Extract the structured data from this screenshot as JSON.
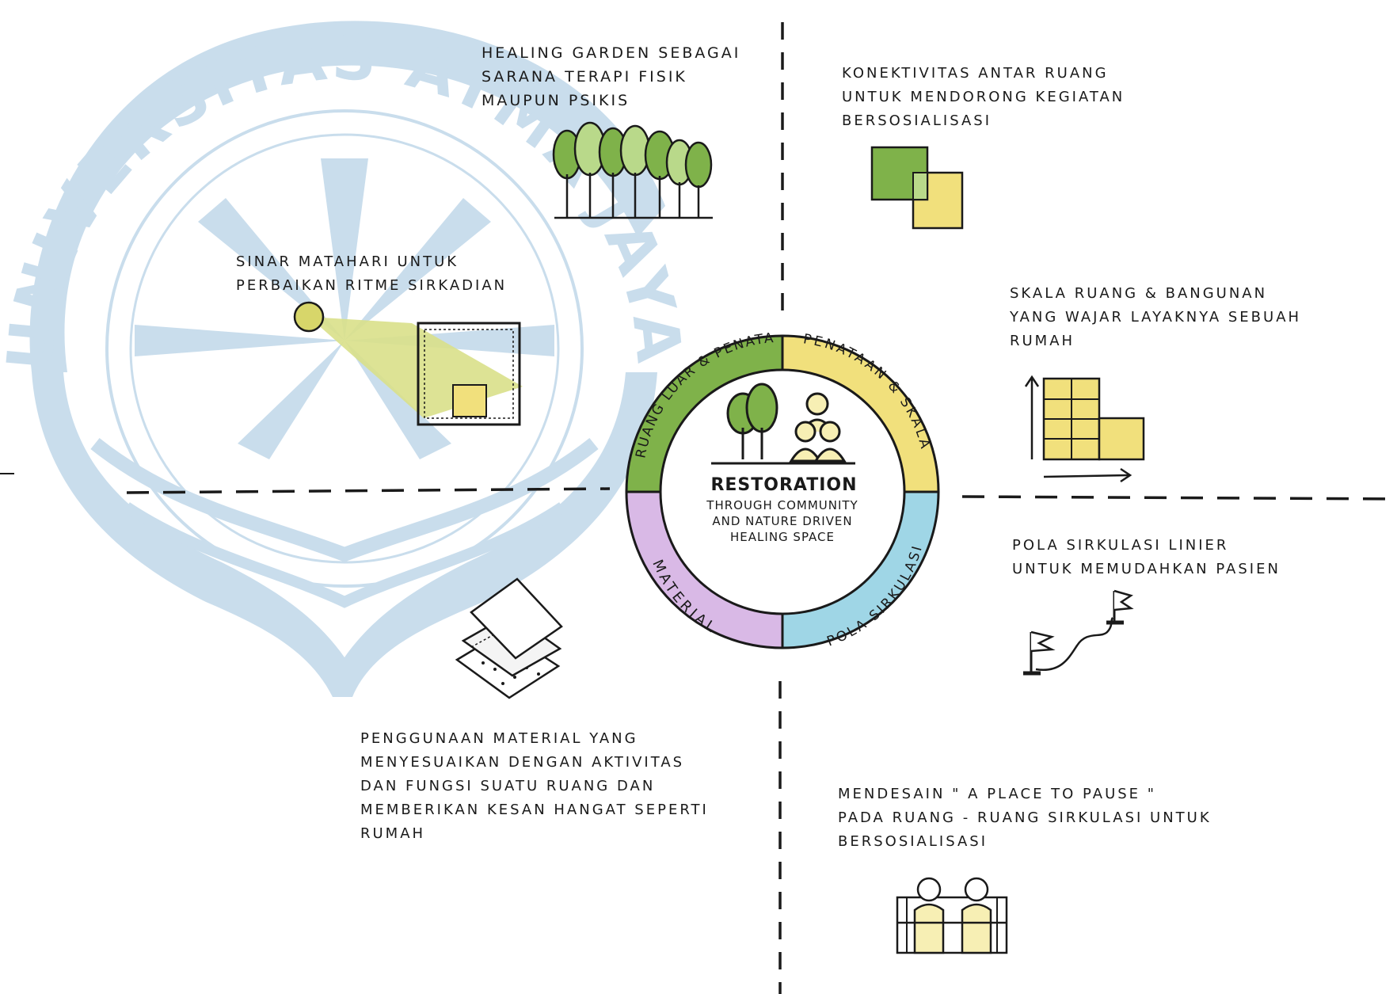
{
  "watermark": {
    "text": "UNIVERSITAS ATMA JAYA YOGYAKARTA",
    "color": "#c7dcec"
  },
  "center": {
    "title": "RESTORATION",
    "subtitle": [
      "THROUGH COMMUNITY",
      "AND NATURE DRIVEN",
      "HEALING SPACE"
    ]
  },
  "ring": [
    {
      "label": "RUANG LUAR & PENATAAN",
      "color": "#7fb24a"
    },
    {
      "label": "PENATAAN & SKALA",
      "color": "#f1e07c"
    },
    {
      "label": "POLA SIRKULASI",
      "color": "#9fd6e6"
    },
    {
      "label": "MATERIAL",
      "color": "#d9b9e6"
    }
  ],
  "notes": {
    "healing_garden": "HEALING GARDEN SEBAGAI\nSARANA TERAPI FISIK\nMAUPUN PSIKIS",
    "konektivitas": "KONEKTIVITAS ANTAR RUANG\nUNTUK MENDORONG KEGIATAN\nBERSOSIALISASI",
    "sinar": "SINAR MATAHARI UNTUK\nPERBAIKAN RITME SIRKADIAN",
    "skala": "SKALA RUANG & BANGUNAN\nYANG WAJAR LAYAKNYA SEBUAH\nRUMAH",
    "pola": "POLA SIRKULASI LINIER\nUNTUK MEMUDAHKAN PASIEN",
    "material": "PENGGUNAAN MATERIAL YANG\nMENYESUAIKAN DENGAN AKTIVITAS\nDAN FUNGSI SUATU RUANG DAN\nMEMBERIKAN KESAN HANGAT SEPERTI\nRUMAH",
    "mendesain": "MENDESAIN \" A PLACE TO PAUSE \"\nPADA RUANG - RUANG SIRKULASI UNTUK\nBERSOSIALISASI"
  },
  "colors": {
    "green": "#7fb24a",
    "light_green": "#b9d98a",
    "yellow": "#f1e07c",
    "pale_yellow": "#f7efb4",
    "blue": "#9fd6e6",
    "purple": "#d9b9e6",
    "ink": "#1a1a1a"
  }
}
